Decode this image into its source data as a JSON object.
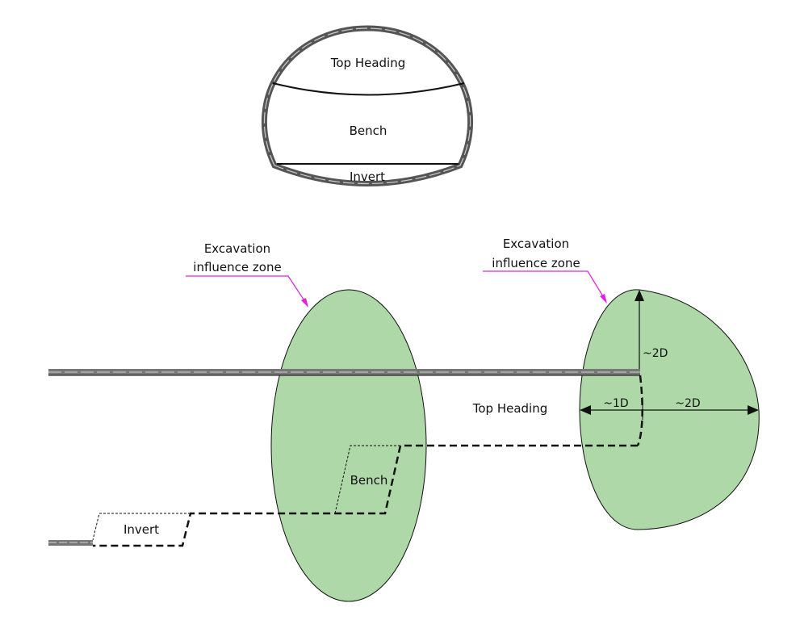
{
  "cross_section": {
    "top_heading_label": "Top Heading",
    "bench_label": "Bench",
    "invert_label": "Invert"
  },
  "longitudinal": {
    "left_zone_label_line1": "Excavation",
    "left_zone_label_line2": "influence zone",
    "right_zone_label_line1": "Excavation",
    "right_zone_label_line2": "influence zone",
    "top_heading_label": "Top Heading",
    "bench_label": "Bench",
    "invert_label": "Invert",
    "dim_up_label": "~2D",
    "dim_back_label": "~1D",
    "dim_ahead_label": "~2D"
  },
  "colors": {
    "zone_fill": "#aed8a8",
    "lining": "#777777",
    "leader": "#e020e0",
    "line": "#111111"
  }
}
